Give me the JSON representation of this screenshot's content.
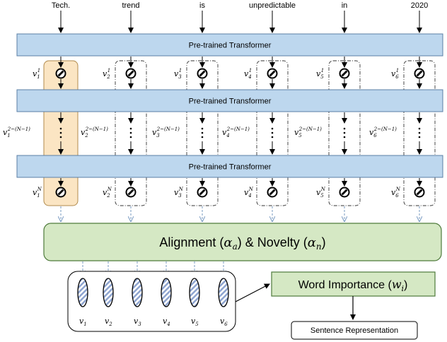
{
  "words": [
    "Tech.",
    "trend",
    "is",
    "unpredictable",
    "in",
    "2020"
  ],
  "transformer_label": "Pre-trained Transformer",
  "layer_labels": [
    {
      "base": "v",
      "sub": "_INDEX_",
      "sup": "1"
    },
    {
      "base": "v",
      "sub": "_INDEX_",
      "sup": "2~(N−1)"
    },
    {
      "base": "v",
      "sub": "_INDEX_",
      "sup": "N"
    }
  ],
  "vector_labels": [
    "v1",
    "v2",
    "v3",
    "v4",
    "v5",
    "v6"
  ],
  "alignment_text": "Alignment (α_a) & Novelty (α_n)",
  "alignment_parts": {
    "a": "Alignment (",
    "alpha1": "α",
    "sub1": "a",
    "b": ") & Novelty (",
    "alpha2": "α",
    "sub2": "n",
    "c": ")"
  },
  "word_importance": {
    "a": "Word Importance (",
    "w": "w",
    "sub": "i",
    "c": ")"
  },
  "sentence_representation": "Sentence Representation",
  "colors": {
    "transformer_fill": "#bdd7ee",
    "transformer_stroke": "#5b7fa6",
    "highlight_fill": "#fbe5c3",
    "highlight_stroke": "#b08a4c",
    "green_fill": "#d5e8c4",
    "green_stroke": "#4e7a3b",
    "arrow_dashed": "#7a9bc2",
    "ellipse_stripe": "#7f96c4"
  }
}
